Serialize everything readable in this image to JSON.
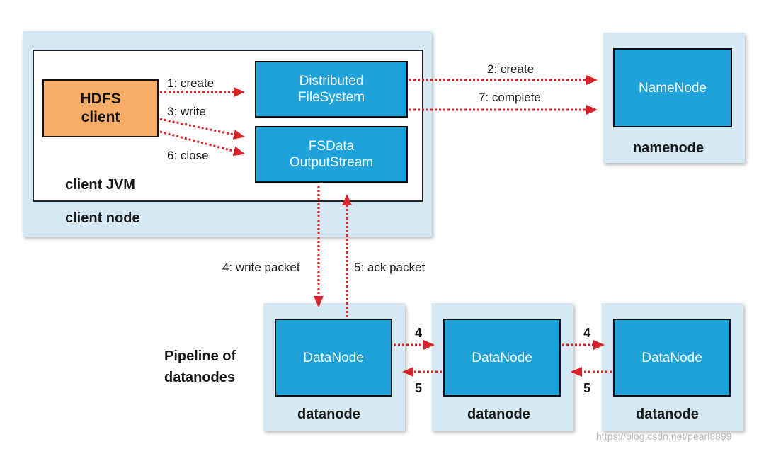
{
  "client": {
    "hdfs_client": [
      "HDFS",
      "client"
    ],
    "distributed_fs": [
      "Distributed",
      "FileSystem"
    ],
    "fsdata_stream": [
      "FSData",
      "OutputStream"
    ],
    "jvm_label": "client JVM",
    "node_label": "client node"
  },
  "namenode": {
    "box_label": "NameNode",
    "node_label": "namenode"
  },
  "pipeline": {
    "label": [
      "Pipeline of",
      "datanodes"
    ],
    "datanodes": [
      {
        "box_label": "DataNode",
        "node_label": "datanode"
      },
      {
        "box_label": "DataNode",
        "node_label": "datanode"
      },
      {
        "box_label": "DataNode",
        "node_label": "datanode"
      }
    ]
  },
  "arrows": {
    "create": "1: create",
    "write": "3: write",
    "close": "6: close",
    "nn_create": "2: create",
    "nn_complete": "7: complete",
    "write_packet": "4: write packet",
    "ack_packet": "5: ack packet",
    "dn_forward_1": "4",
    "dn_back_1": "5",
    "dn_forward_2": "4",
    "dn_back_2": "5"
  },
  "colors": {
    "arrow": "#d8232a",
    "node_box": "#1fa1d9",
    "client_box": "#f8ad66",
    "node_background": "#d4e9f4"
  },
  "watermark": "https://blog.csdn.net/pearl8899"
}
